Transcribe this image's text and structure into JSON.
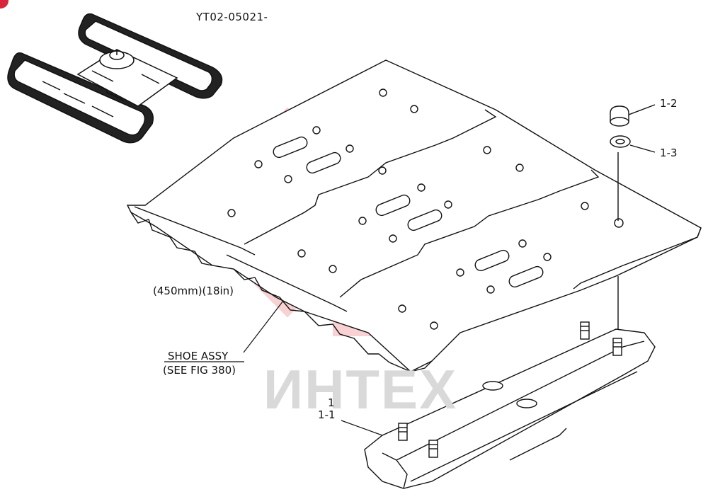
{
  "title": "YT02-05021-",
  "labels": {
    "part_1_2": "1-2",
    "part_1_3": "1-3",
    "size": "(450mm)(18in)",
    "shoe_assy_line1": "SHOE ASSY",
    "shoe_assy_line2": "(SEE FIG 380)",
    "part_1": "1",
    "part_1_1": "1-1"
  },
  "watermark": {
    "text": "ИНТЕХ",
    "gear_color": "#f7c9cc",
    "text_color": "#d9d9d9"
  },
  "colors": {
    "line": "#111111",
    "badge": "#d9243b"
  }
}
